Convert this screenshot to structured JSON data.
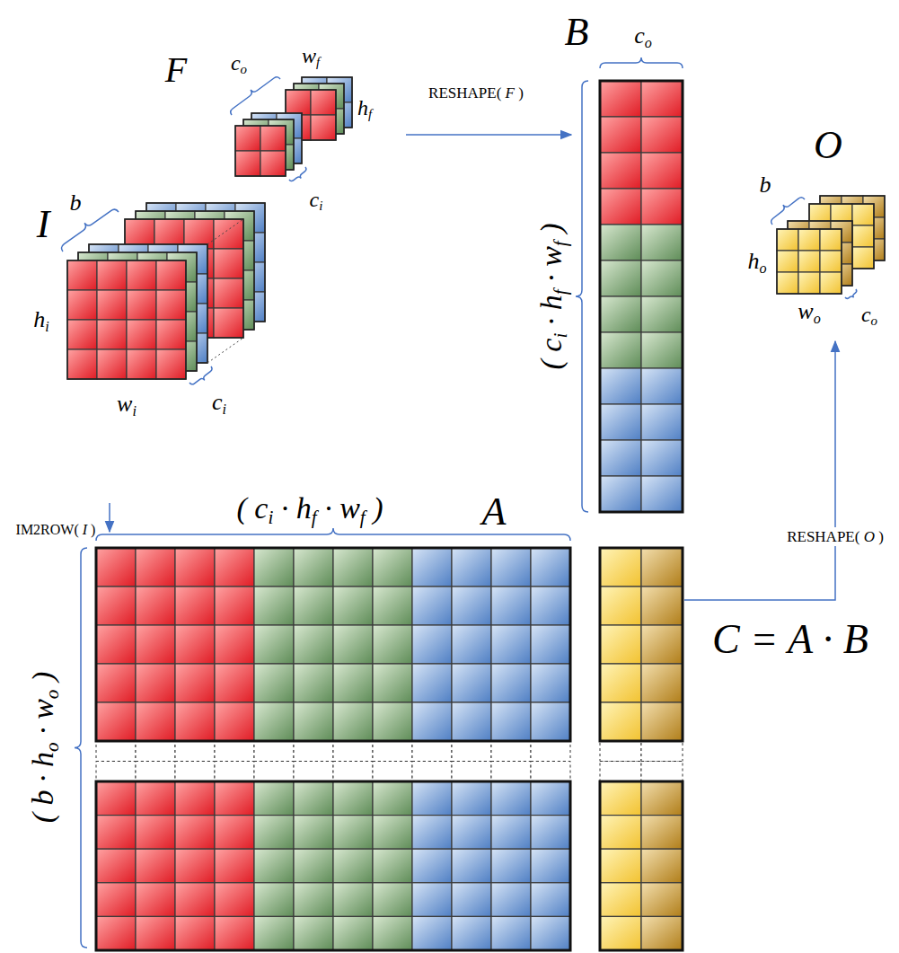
{
  "diagram": {
    "labels": [
      "F",
      "co",
      "wf",
      "hf",
      "ci",
      "RESHAPE( F )",
      "B",
      "co",
      "( ci · hf · wf )",
      "I",
      "b",
      "hi",
      "wi",
      "ci",
      "O",
      "b",
      "ho",
      "wo",
      "co",
      "IM2ROW( I )",
      "( ci · hf · wf )",
      "A",
      "RESHAPE( O )",
      "( b · ho · wo )",
      "C = A · B"
    ]
  }
}
